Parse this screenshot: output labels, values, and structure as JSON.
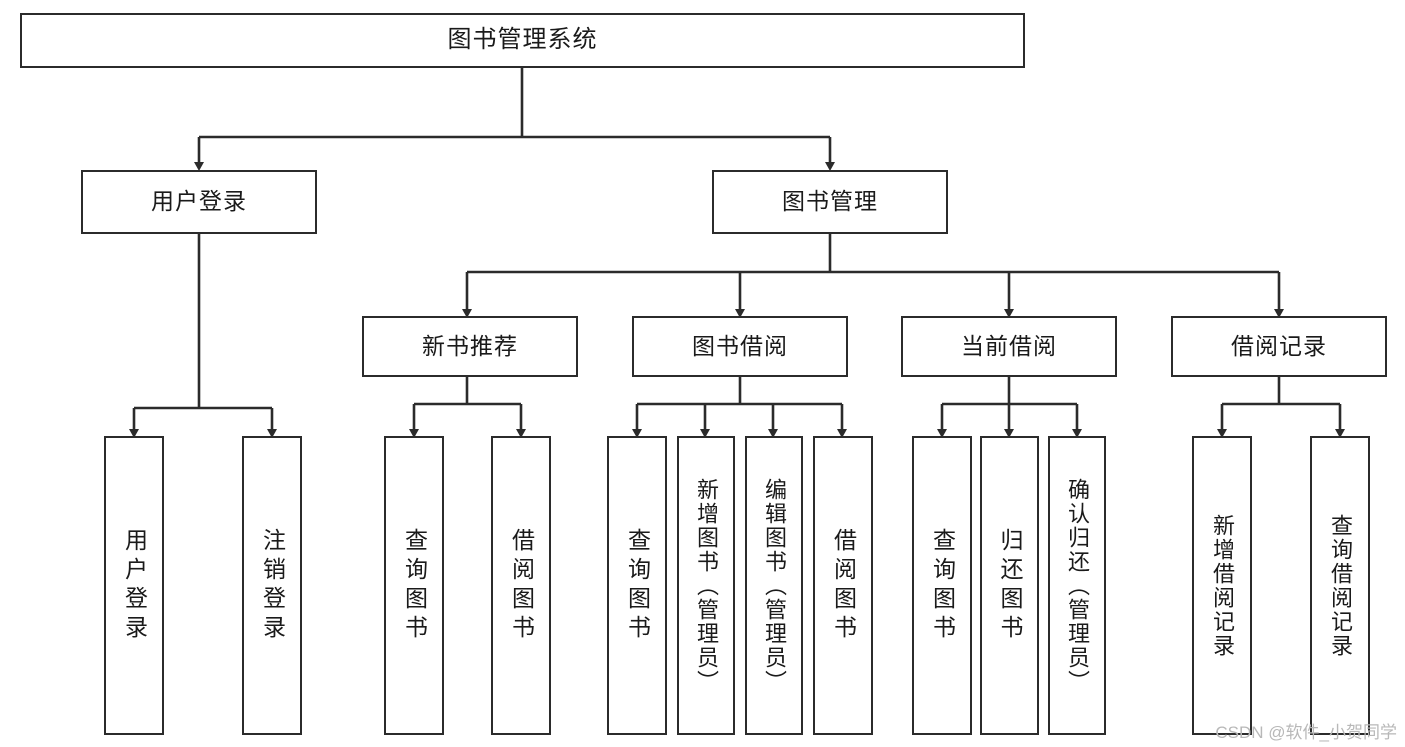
{
  "diagram": {
    "type": "tree-structure-chart",
    "title": "图书管理系统",
    "stroke_color": "#2b2b2b",
    "background_color": "#ffffff",
    "watermark": "CSDN @软件_小贺同学"
  },
  "nodes": {
    "root": {
      "label": "图书管理系统"
    },
    "level2": [
      {
        "label": "用户登录"
      },
      {
        "label": "图书管理"
      }
    ],
    "level3": [
      {
        "label": "新书推荐"
      },
      {
        "label": "图书借阅"
      },
      {
        "label": "当前借阅"
      },
      {
        "label": "借阅记录"
      }
    ],
    "leaves": {
      "user_login": [
        {
          "label": "用户登录"
        },
        {
          "label": "注销登录"
        }
      ],
      "new_book": [
        {
          "label": "查询图书"
        },
        {
          "label": "借阅图书"
        }
      ],
      "book_borrow": [
        {
          "label": "查询图书"
        },
        {
          "label": "新增图书（管理员）"
        },
        {
          "label": "编辑图书（管理员）"
        },
        {
          "label": "借阅图书"
        }
      ],
      "current_borrow": [
        {
          "label": "查询图书"
        },
        {
          "label": "归还图书"
        },
        {
          "label": "确认归还（管理员）"
        }
      ],
      "borrow_record": [
        {
          "label": "新增借阅记录"
        },
        {
          "label": "查询借阅记录"
        }
      ]
    }
  }
}
